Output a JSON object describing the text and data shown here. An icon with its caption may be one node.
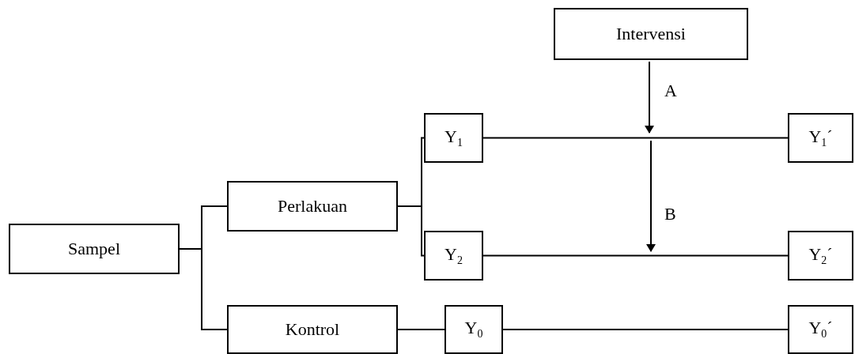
{
  "diagram": {
    "nodes": [
      {
        "text": [
          "Intervensi"
        ]
      },
      {
        "text": [
          "Sampel"
        ]
      },
      {
        "text": [
          "Perlakuan"
        ]
      },
      {
        "text": [
          "Kontrol"
        ]
      },
      {
        "text": [
          "Y$_{1}$"
        ]
      },
      {
        "text": [
          "Y$_{2}$"
        ]
      },
      {
        "text": [
          "Y$_{0}$"
        ]
      },
      {
        "text": [
          "Y$_{1}$´"
        ]
      },
      {
        "text": [
          "Y$_{2}$´"
        ]
      },
      {
        "text": [
          "Y$_{0}$´"
        ]
      }
    ],
    "edges": [
      {
        "from": 1,
        "to": 2,
        "arrow": "none"
      },
      {
        "from": 1,
        "to": 3,
        "arrow": "none"
      },
      {
        "from": 2,
        "to": 4,
        "arrow": "none"
      },
      {
        "from": 2,
        "to": 5,
        "arrow": "none"
      },
      {
        "from": 3,
        "to": 6,
        "arrow": "none"
      },
      {
        "from": 4,
        "to": 7,
        "arrow": "none"
      },
      {
        "from": 5,
        "to": 8,
        "arrow": "none"
      },
      {
        "from": 6,
        "to": 9,
        "arrow": "none"
      },
      {
        "from": 0,
        "to": null,
        "label": "A",
        "arrow": "to"
      }
    ],
    "labels": [
      "B"
    ]
  }
}
